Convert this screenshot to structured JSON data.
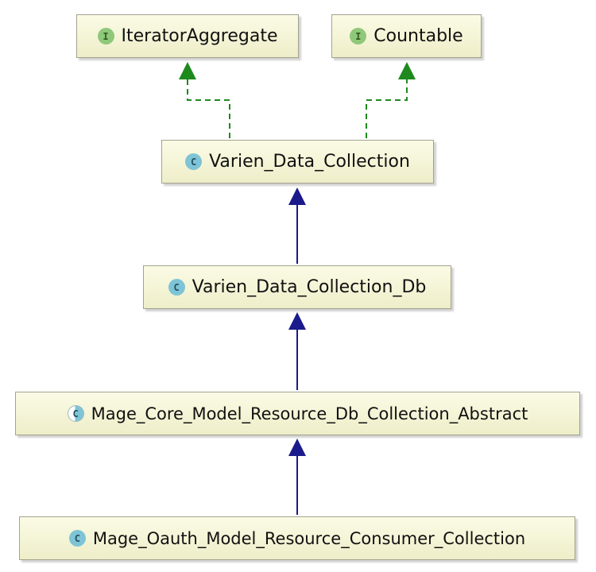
{
  "diagram": {
    "nodes": [
      {
        "id": "iterator-aggregate",
        "kind": "interface",
        "badge": "I",
        "label": "IteratorAggregate"
      },
      {
        "id": "countable",
        "kind": "interface",
        "badge": "I",
        "label": "Countable"
      },
      {
        "id": "varien-data-collection",
        "kind": "class",
        "badge": "C",
        "label": "Varien_Data_Collection"
      },
      {
        "id": "varien-data-collection-db",
        "kind": "class",
        "badge": "C",
        "label": "Varien_Data_Collection_Db"
      },
      {
        "id": "mage-core-model-resource-db-collection-abstract",
        "kind": "abstract-class",
        "badge": "C",
        "label": "Mage_Core_Model_Resource_Db_Collection_Abstract"
      },
      {
        "id": "mage-oauth-model-resource-consumer-collection",
        "kind": "class",
        "badge": "C",
        "label": "Mage_Oauth_Model_Resource_Consumer_Collection"
      }
    ],
    "edges": [
      {
        "from": "varien-data-collection",
        "to": "iterator-aggregate",
        "type": "implements"
      },
      {
        "from": "varien-data-collection",
        "to": "countable",
        "type": "implements"
      },
      {
        "from": "varien-data-collection-db",
        "to": "varien-data-collection",
        "type": "extends"
      },
      {
        "from": "mage-core-model-resource-db-collection-abstract",
        "to": "varien-data-collection-db",
        "type": "extends"
      },
      {
        "from": "mage-oauth-model-resource-consumer-collection",
        "to": "mage-core-model-resource-db-collection-abstract",
        "type": "extends"
      }
    ],
    "colors": {
      "implements": "#1e8a1e",
      "extends": "#1a1a8c",
      "node_border": "#a3a38f",
      "node_fill": "#f5f5d7",
      "interface_badge": "#8fc879",
      "class_badge": "#7ec4d6"
    }
  }
}
